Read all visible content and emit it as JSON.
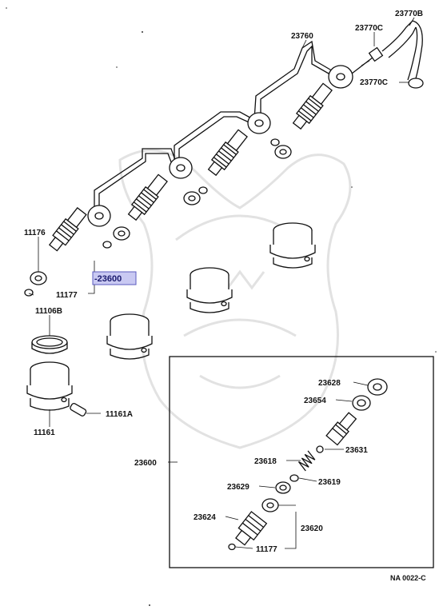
{
  "labels": {
    "p23770B": "23770B",
    "p23770C_top": "23770C",
    "p23760": "23760",
    "p23770C_right": "23770C",
    "p11176": "11176",
    "p23600_hl": "-23600",
    "p11177_left": "11177",
    "p11106B": "11106B",
    "p11161A": "11161A",
    "p11161": "11161",
    "p23628": "23628",
    "p23654": "23654",
    "p23600_box": "23600",
    "p23631": "23631",
    "p23618": "23618",
    "p23629": "23629",
    "p23619": "23619",
    "p23624": "23624",
    "p23620": "23620",
    "p11177_box": "11177",
    "diagram_code": "NA 0022-C"
  },
  "colors": {
    "highlight_fill": "#c9c9f2",
    "highlight_stroke": "#5b5bbf",
    "ink": "#111111",
    "watermark": "#e2e2e2"
  }
}
